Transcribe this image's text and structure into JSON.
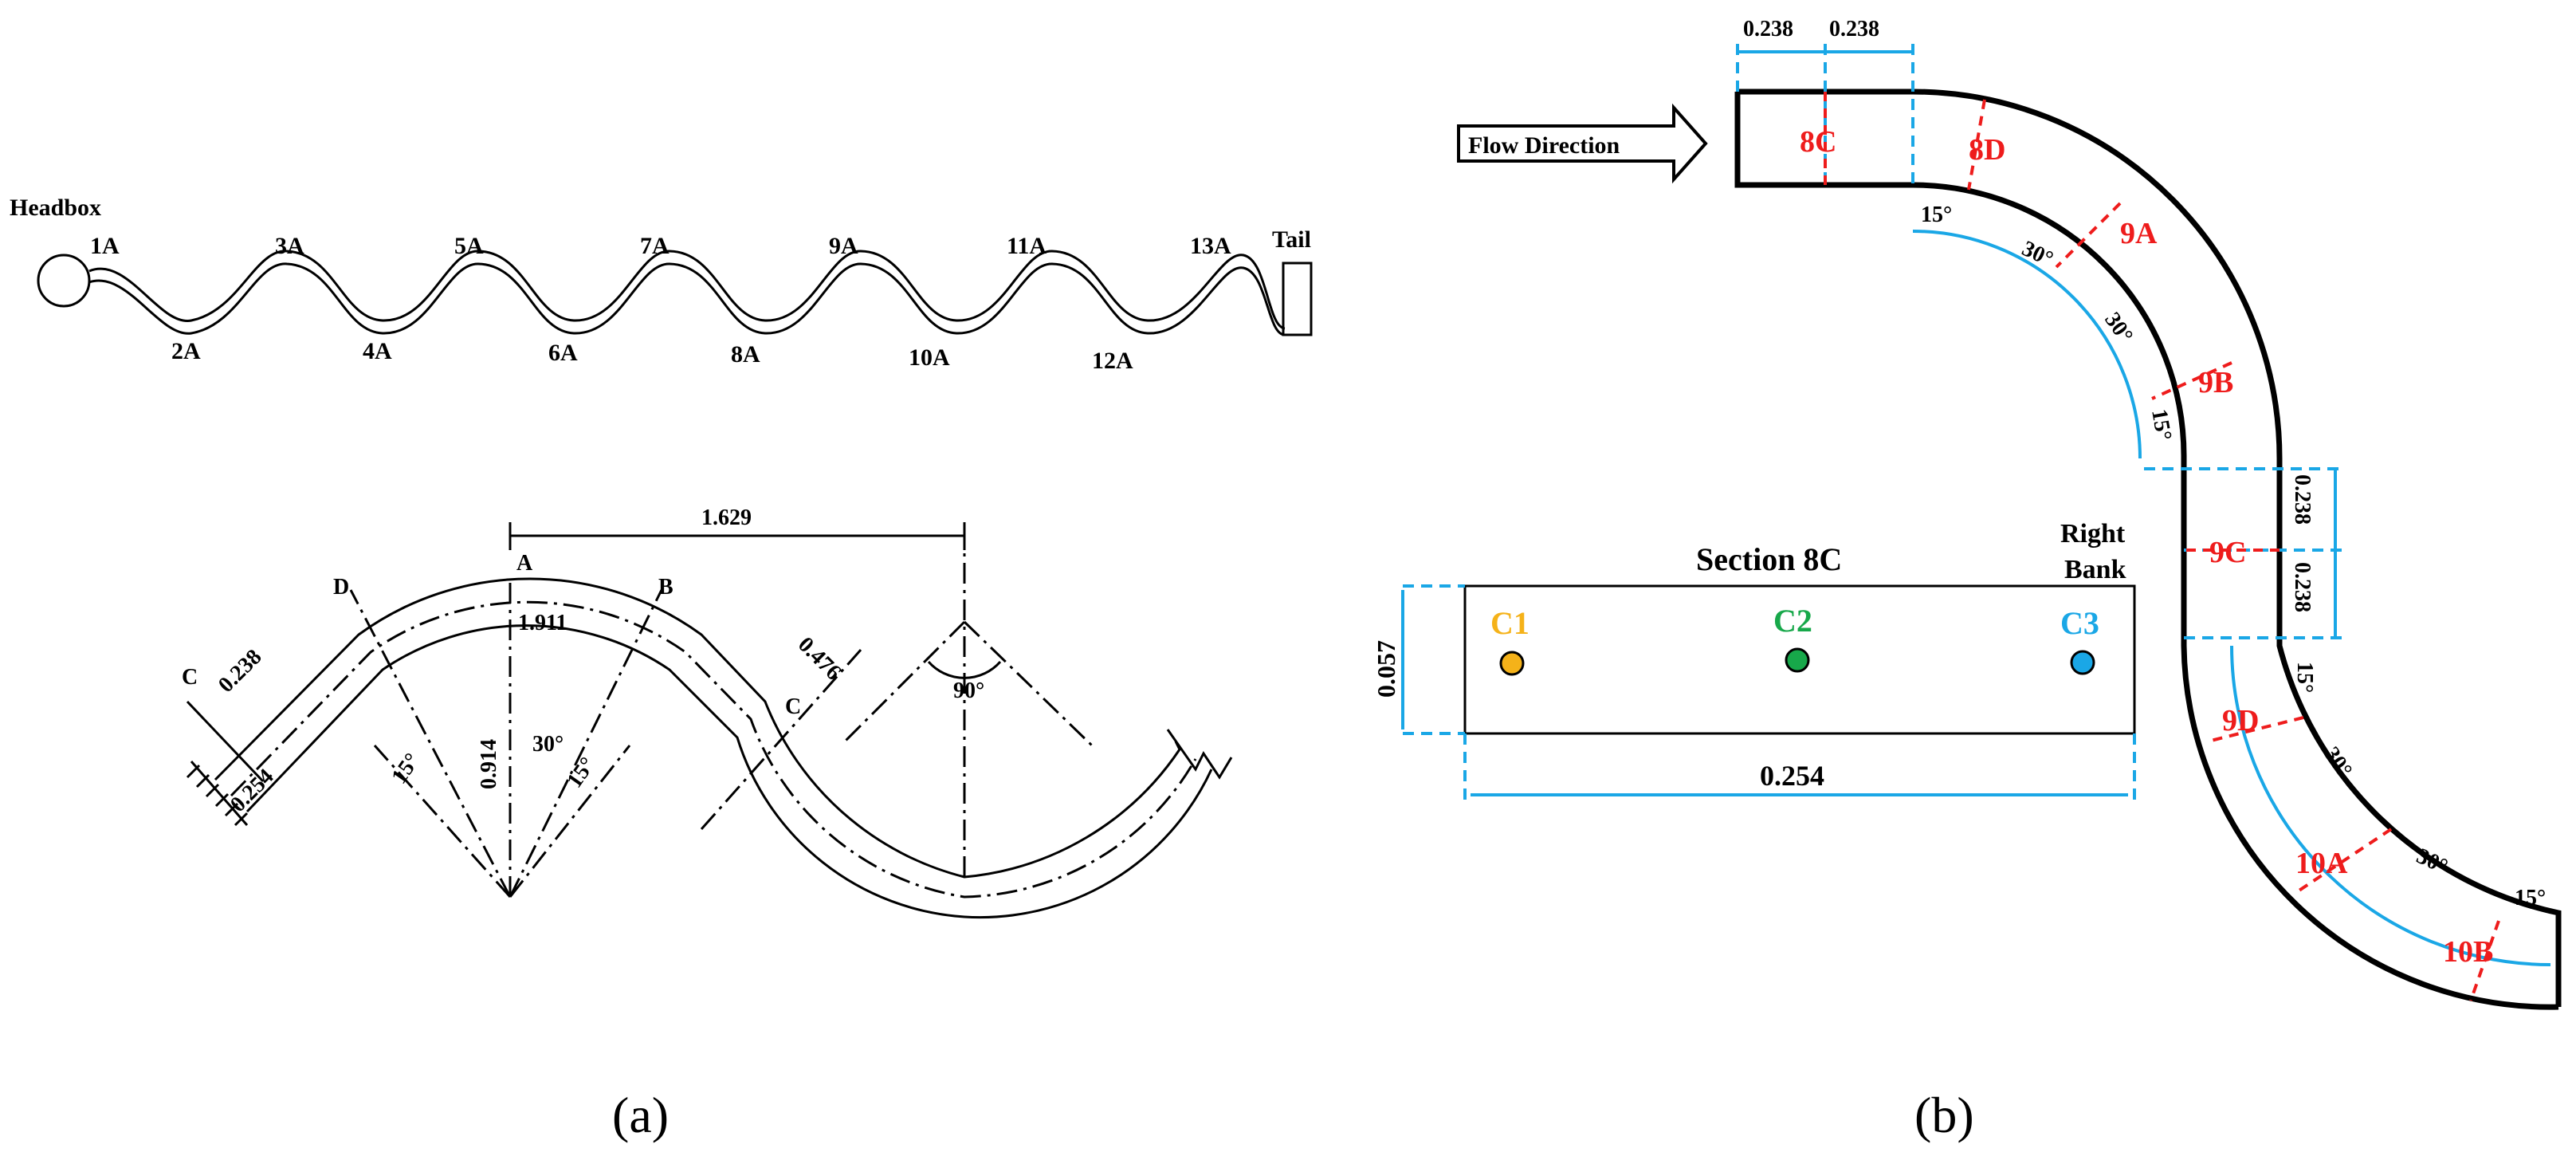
{
  "panel_a": {
    "caption": "(a)",
    "headbox_label": "Headbox",
    "tail_label": "Tail",
    "sections_top": [
      "1A",
      "3A",
      "5A",
      "7A",
      "9A",
      "11A",
      "13A"
    ],
    "sections_bottom": [
      "2A",
      "4A",
      "6A",
      "8A",
      "10A",
      "12A"
    ],
    "dimensions": {
      "wavelength_half": "1.629",
      "centerline": "1.911",
      "radius": "0.914",
      "width": "0.238",
      "depth": "0.254",
      "double_width": "0.476",
      "angle_30": "30°",
      "angle_15_left": "15°",
      "angle_15_right": "15°",
      "angle_90": "90°"
    },
    "points": {
      "a": "A",
      "b": "B",
      "c_left": "C",
      "c_right": "C",
      "d": "D"
    }
  },
  "panel_b": {
    "caption": "(b)",
    "flow_direction": "Flow Direction",
    "top_dims": [
      "0.238",
      "0.238"
    ],
    "sections": [
      "8C",
      "8D",
      "9A",
      "9B",
      "9C",
      "9D",
      "10A",
      "10B"
    ],
    "angles": [
      "15°",
      "30°",
      "30°",
      "15°",
      "15°",
      "30°",
      "30°",
      "15°"
    ],
    "side_dims": [
      "0.238",
      "0.238"
    ],
    "cross_section": {
      "title": "Section 8C",
      "right_bank_line1": "Right",
      "right_bank_line2": "Bank",
      "height": "0.057",
      "width": "0.254",
      "points": [
        {
          "label": "C1",
          "color": "#f5b219"
        },
        {
          "label": "C2",
          "color": "#17a84a"
        },
        {
          "label": "C3",
          "color": "#1aa7e6"
        }
      ]
    }
  }
}
